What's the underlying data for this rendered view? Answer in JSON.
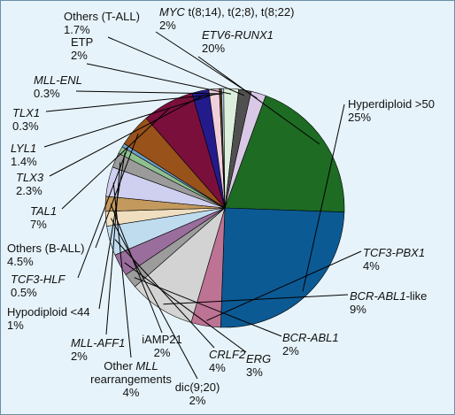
{
  "chart_data": {
    "type": "pie",
    "slices": [
      {
        "id": "etv6",
        "lines": [
          {
            "segs": [
              {
                "t": "ETV6-RUNX1",
                "i": true
              }
            ]
          },
          {
            "segs": [
              {
                "t": "20%"
              }
            ]
          }
        ],
        "value": 20,
        "color": "#1e6b24"
      },
      {
        "id": "hyper",
        "lines": [
          {
            "segs": [
              {
                "t": "Hyperdiploid >50"
              }
            ]
          },
          {
            "segs": [
              {
                "t": "25%"
              }
            ]
          }
        ],
        "value": 25,
        "color": "#0b5a94"
      },
      {
        "id": "tcf3pbx1",
        "lines": [
          {
            "segs": [
              {
                "t": "TCF3-PBX1",
                "i": true
              }
            ]
          },
          {
            "segs": [
              {
                "t": "4%"
              }
            ]
          }
        ],
        "value": 4,
        "color": "#bd7393"
      },
      {
        "id": "bcrabl1like",
        "lines": [
          {
            "segs": [
              {
                "t": "BCR-ABL1",
                "i": true
              },
              {
                "t": "-like"
              }
            ]
          },
          {
            "segs": [
              {
                "t": "9%"
              }
            ]
          }
        ],
        "value": 9,
        "color": "#d3d3d3"
      },
      {
        "id": "bcrabl1",
        "lines": [
          {
            "segs": [
              {
                "t": "BCR-ABL1",
                "i": true
              }
            ]
          },
          {
            "segs": [
              {
                "t": "2%"
              }
            ]
          }
        ],
        "value": 2,
        "color": "#9c9c9c"
      },
      {
        "id": "erg",
        "lines": [
          {
            "segs": [
              {
                "t": "ERG",
                "i": true
              }
            ]
          },
          {
            "segs": [
              {
                "t": "3%"
              }
            ]
          }
        ],
        "value": 3,
        "color": "#9a6e9c"
      },
      {
        "id": "crlf2",
        "lines": [
          {
            "segs": [
              {
                "t": "CRLF2",
                "i": true
              }
            ]
          },
          {
            "segs": [
              {
                "t": "4%"
              }
            ]
          }
        ],
        "value": 4,
        "color": "#bfdcef"
      },
      {
        "id": "dic920",
        "lines": [
          {
            "segs": [
              {
                "t": "dic(9;20)"
              }
            ]
          },
          {
            "segs": [
              {
                "t": "2%"
              }
            ]
          }
        ],
        "value": 2,
        "color": "#efdfc0"
      },
      {
        "id": "iamp21",
        "lines": [
          {
            "segs": [
              {
                "t": "iAMP21"
              }
            ]
          },
          {
            "segs": [
              {
                "t": "2%"
              }
            ]
          }
        ],
        "value": 2,
        "color": "#c3995e"
      },
      {
        "id": "othermll",
        "lines": [
          {
            "segs": [
              {
                "t": "Other "
              },
              {
                "t": "MLL",
                "i": true
              }
            ]
          },
          {
            "segs": [
              {
                "t": "rearrangements"
              }
            ]
          },
          {
            "segs": [
              {
                "t": "4%"
              }
            ]
          }
        ],
        "value": 4,
        "color": "#cfcfef"
      },
      {
        "id": "mllaff1",
        "lines": [
          {
            "segs": [
              {
                "t": "MLL-AFF1",
                "i": true
              }
            ]
          },
          {
            "segs": [
              {
                "t": "2%"
              }
            ]
          }
        ],
        "value": 2,
        "color": "#9b9b9b"
      },
      {
        "id": "hypodiploid",
        "lines": [
          {
            "segs": [
              {
                "t": "Hypodiploid <44"
              }
            ]
          },
          {
            "segs": [
              {
                "t": "1%"
              }
            ]
          }
        ],
        "value": 1,
        "color": "#8fbf8f"
      },
      {
        "id": "tcf3hlf",
        "lines": [
          {
            "segs": [
              {
                "t": "TCF3-HLF",
                "i": true
              }
            ]
          },
          {
            "segs": [
              {
                "t": "0.5%"
              }
            ]
          }
        ],
        "value": 0.5,
        "color": "#6ea0c8"
      },
      {
        "id": "othersball",
        "lines": [
          {
            "segs": [
              {
                "t": "Others (B-ALL)"
              }
            ]
          },
          {
            "segs": [
              {
                "t": "4.5%"
              }
            ]
          }
        ],
        "value": 4.5,
        "color": "#98521a"
      },
      {
        "id": "tal1",
        "lines": [
          {
            "segs": [
              {
                "t": "TAL1",
                "i": true
              }
            ]
          },
          {
            "segs": [
              {
                "t": "7%"
              }
            ]
          }
        ],
        "value": 7,
        "color": "#7a0f3c"
      },
      {
        "id": "tlx3",
        "lines": [
          {
            "segs": [
              {
                "t": "TLX3",
                "i": true
              }
            ]
          },
          {
            "segs": [
              {
                "t": "2.3%"
              }
            ]
          }
        ],
        "value": 2.3,
        "color": "#231a8c"
      },
      {
        "id": "lyl1",
        "lines": [
          {
            "segs": [
              {
                "t": "LYL1",
                "i": true
              }
            ]
          },
          {
            "segs": [
              {
                "t": "1.4%"
              }
            ]
          }
        ],
        "value": 1.4,
        "color": "#f0cfdc"
      },
      {
        "id": "tlx1",
        "lines": [
          {
            "segs": [
              {
                "t": "TLX1",
                "i": true
              }
            ]
          },
          {
            "segs": [
              {
                "t": "0.3%"
              }
            ]
          }
        ],
        "value": 0.3,
        "color": "#5c3a10"
      },
      {
        "id": "mllenl",
        "lines": [
          {
            "segs": [
              {
                "t": "MLL-ENL",
                "i": true
              }
            ]
          },
          {
            "segs": [
              {
                "t": "0.3%"
              }
            ]
          }
        ],
        "value": 0.3,
        "color": "#bcd9ef"
      },
      {
        "id": "etp",
        "lines": [
          {
            "segs": [
              {
                "t": "ETP"
              }
            ]
          },
          {
            "segs": [
              {
                "t": "2%"
              }
            ]
          }
        ],
        "value": 2,
        "color": "#dcefdc"
      },
      {
        "id": "otherstall",
        "lines": [
          {
            "segs": [
              {
                "t": "Others (T-ALL)"
              }
            ]
          },
          {
            "segs": [
              {
                "t": "1.7%"
              }
            ]
          }
        ],
        "value": 1.7,
        "color": "#505050"
      },
      {
        "id": "myc",
        "lines": [
          {
            "segs": [
              {
                "t": "MYC",
                "i": true
              },
              {
                "t": " t(8;14), t(2;8), t(8;22)"
              }
            ]
          },
          {
            "segs": [
              {
                "t": "2%"
              }
            ]
          }
        ],
        "value": 2,
        "color": "#d9c8e6"
      }
    ]
  }
}
